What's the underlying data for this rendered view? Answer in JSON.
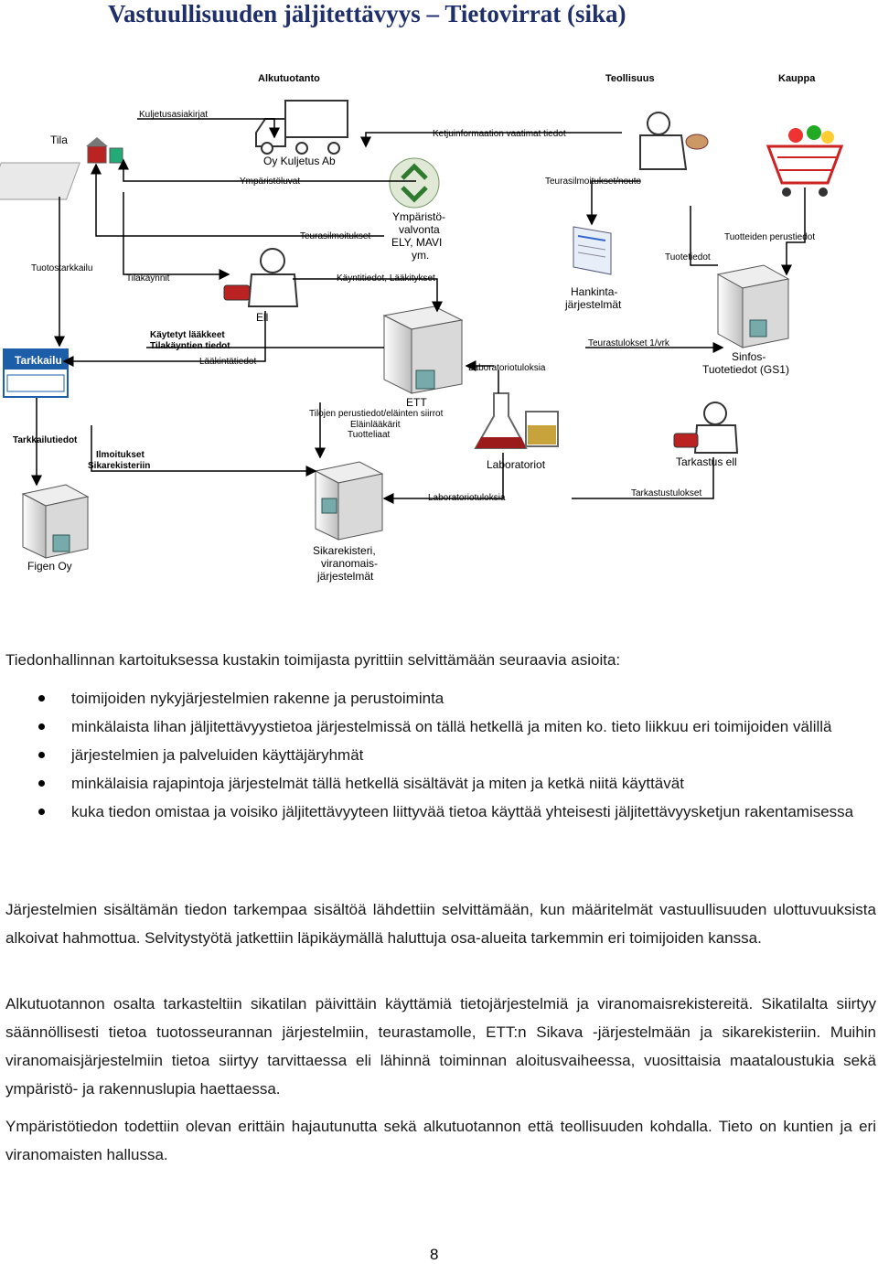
{
  "title": "Vastuullisuuden jäljitettävyys – Tietovirrat (sika)",
  "diagram": {
    "headers": {
      "alkutuotanto": "Alkutuotanto",
      "teollisuus": "Teollisuus",
      "kauppa": "Kauppa"
    },
    "nodes": {
      "tila": "Tila",
      "kuljetus": "Oy Kuljetus Ab",
      "ymparisto": [
        "Ympäristö-",
        "valvonta",
        "ELY, MAVI",
        "ym."
      ],
      "ell": "Ell",
      "tarkkailu": "Tarkkailu",
      "ett": "ETT",
      "hankinta": [
        "Hankinta-",
        "järjestelmät"
      ],
      "sinfos": [
        "Sinfos-",
        "Tuotetiedot (GS1)"
      ],
      "laboratoriot": "Laboratoriot",
      "tarkastus": "Tarkastus ell",
      "figen": "Figen Oy",
      "sikarekisteri": [
        "Sikarekisteri,",
        "viranomais-",
        "järjestelmät"
      ]
    },
    "flows": {
      "kuljetusasiakirjat": "Kuljetusasiakirjat",
      "ketjuinformaatio": "Ketjuinformaation vaatimat tiedot",
      "ymparistoluvat": "Ympäristöluvat",
      "teurasilmoitukset_nouto": "Teurasilmoitukset/nouto",
      "teurasilmoitukset": "Teurasilmoitukset",
      "tuotteiden_perustiedot": "Tuotteiden perustiedot",
      "tuotostarkkailu": "Tuotostarkkailu",
      "tilakaynnit": "Tilakäynnit",
      "kayntitiedot": "Käyntitiedot, Lääkitykset",
      "tuotetiedot": "Tuotetiedot",
      "kaytetyt": [
        "Käytetyt lääkkeet",
        "Tilakäyntien tiedot"
      ],
      "teurastulokset": "Teurastulokset 1/vrk",
      "laakintatiedot": "Lääkintätiedot",
      "laboratoriotuloksia": "Laboratoriotuloksia",
      "tilojen": [
        "Tilojen perustiedot/eläinten siirrot",
        "Eläinlääkärit",
        "Tuotteliaat"
      ],
      "tarkkailutiedot": "Tarkkailutiedot",
      "ilmoitukset": [
        "Ilmoitukset",
        "Sikarekisteriin"
      ],
      "laboratoriotuloksia2": "Laboratoriotuloksia",
      "tarkastustulokset": "Tarkastustulokset"
    }
  },
  "intro": "Tiedonhallinnan kartoituksessa kustakin toimijasta pyrittiin selvittämään seuraavia asioita:",
  "bullets": [
    "toimijoiden nykyjärjestelmien rakenne ja perustoiminta",
    "minkälaista lihan jäljitettävyystietoa järjestelmissä on tällä hetkellä ja miten ko. tieto liikkuu eri toimijoiden välillä",
    "järjestelmien ja palveluiden käyttäjäryhmät",
    "minkälaisia rajapintoja järjestelmät tällä hetkellä sisältävät ja miten ja ketkä niitä käyttävät",
    "kuka tiedon omistaa ja voisiko jäljitettävyyteen liittyvää tietoa käyttää yhteisesti jäljitettävyysketjun rakentamisessa"
  ],
  "paragraphs": [
    "Järjestelmien sisältämän tiedon tarkempaa sisältöä lähdettiin selvittämään, kun määritelmät vastuullisuuden ulottuvuuksista alkoivat hahmottua. Selvitystyötä jatkettiin läpikäymällä haluttuja osa-alueita tarkemmin eri toimijoiden kanssa.",
    "Alkutuotannon osalta tarkasteltiin sikatilan päivittäin käyttämiä tietojärjestelmiä ja viranomaisrekistereitä. Sikatilalta siirtyy säännöllisesti tietoa tuotosseurannan järjestelmiin, teurastamolle, ETT:n Sikava -järjestelmään ja sikarekisteriin. Muihin viranomaisjärjestelmiin tietoa siirtyy tarvittaessa eli lähinnä toiminnan aloitusvaiheessa, vuosittaisia maataloustukia sekä ympäristö- ja rakennuslupia haettaessa.",
    "Ympäristötiedon todettiin olevan erittäin hajautunutta sekä alkutuotannon että teollisuuden kohdalla. Tieto on kuntien ja eri viranomaisten hallussa."
  ],
  "page_number": "8"
}
